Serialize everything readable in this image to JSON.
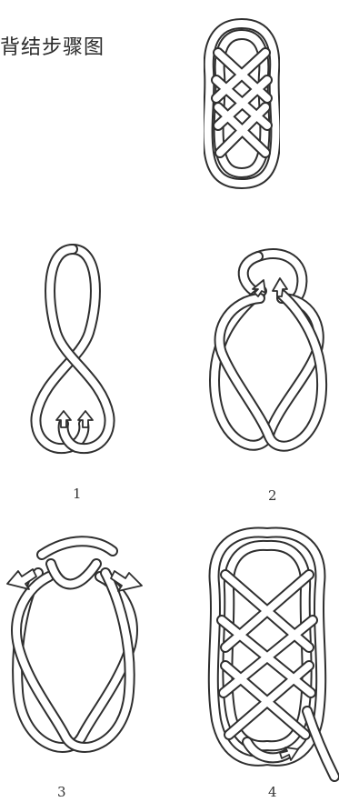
{
  "title": "背结步骤图",
  "steps": [
    {
      "number": "1"
    },
    {
      "number": "2"
    },
    {
      "number": "3"
    },
    {
      "number": "4"
    }
  ]
}
